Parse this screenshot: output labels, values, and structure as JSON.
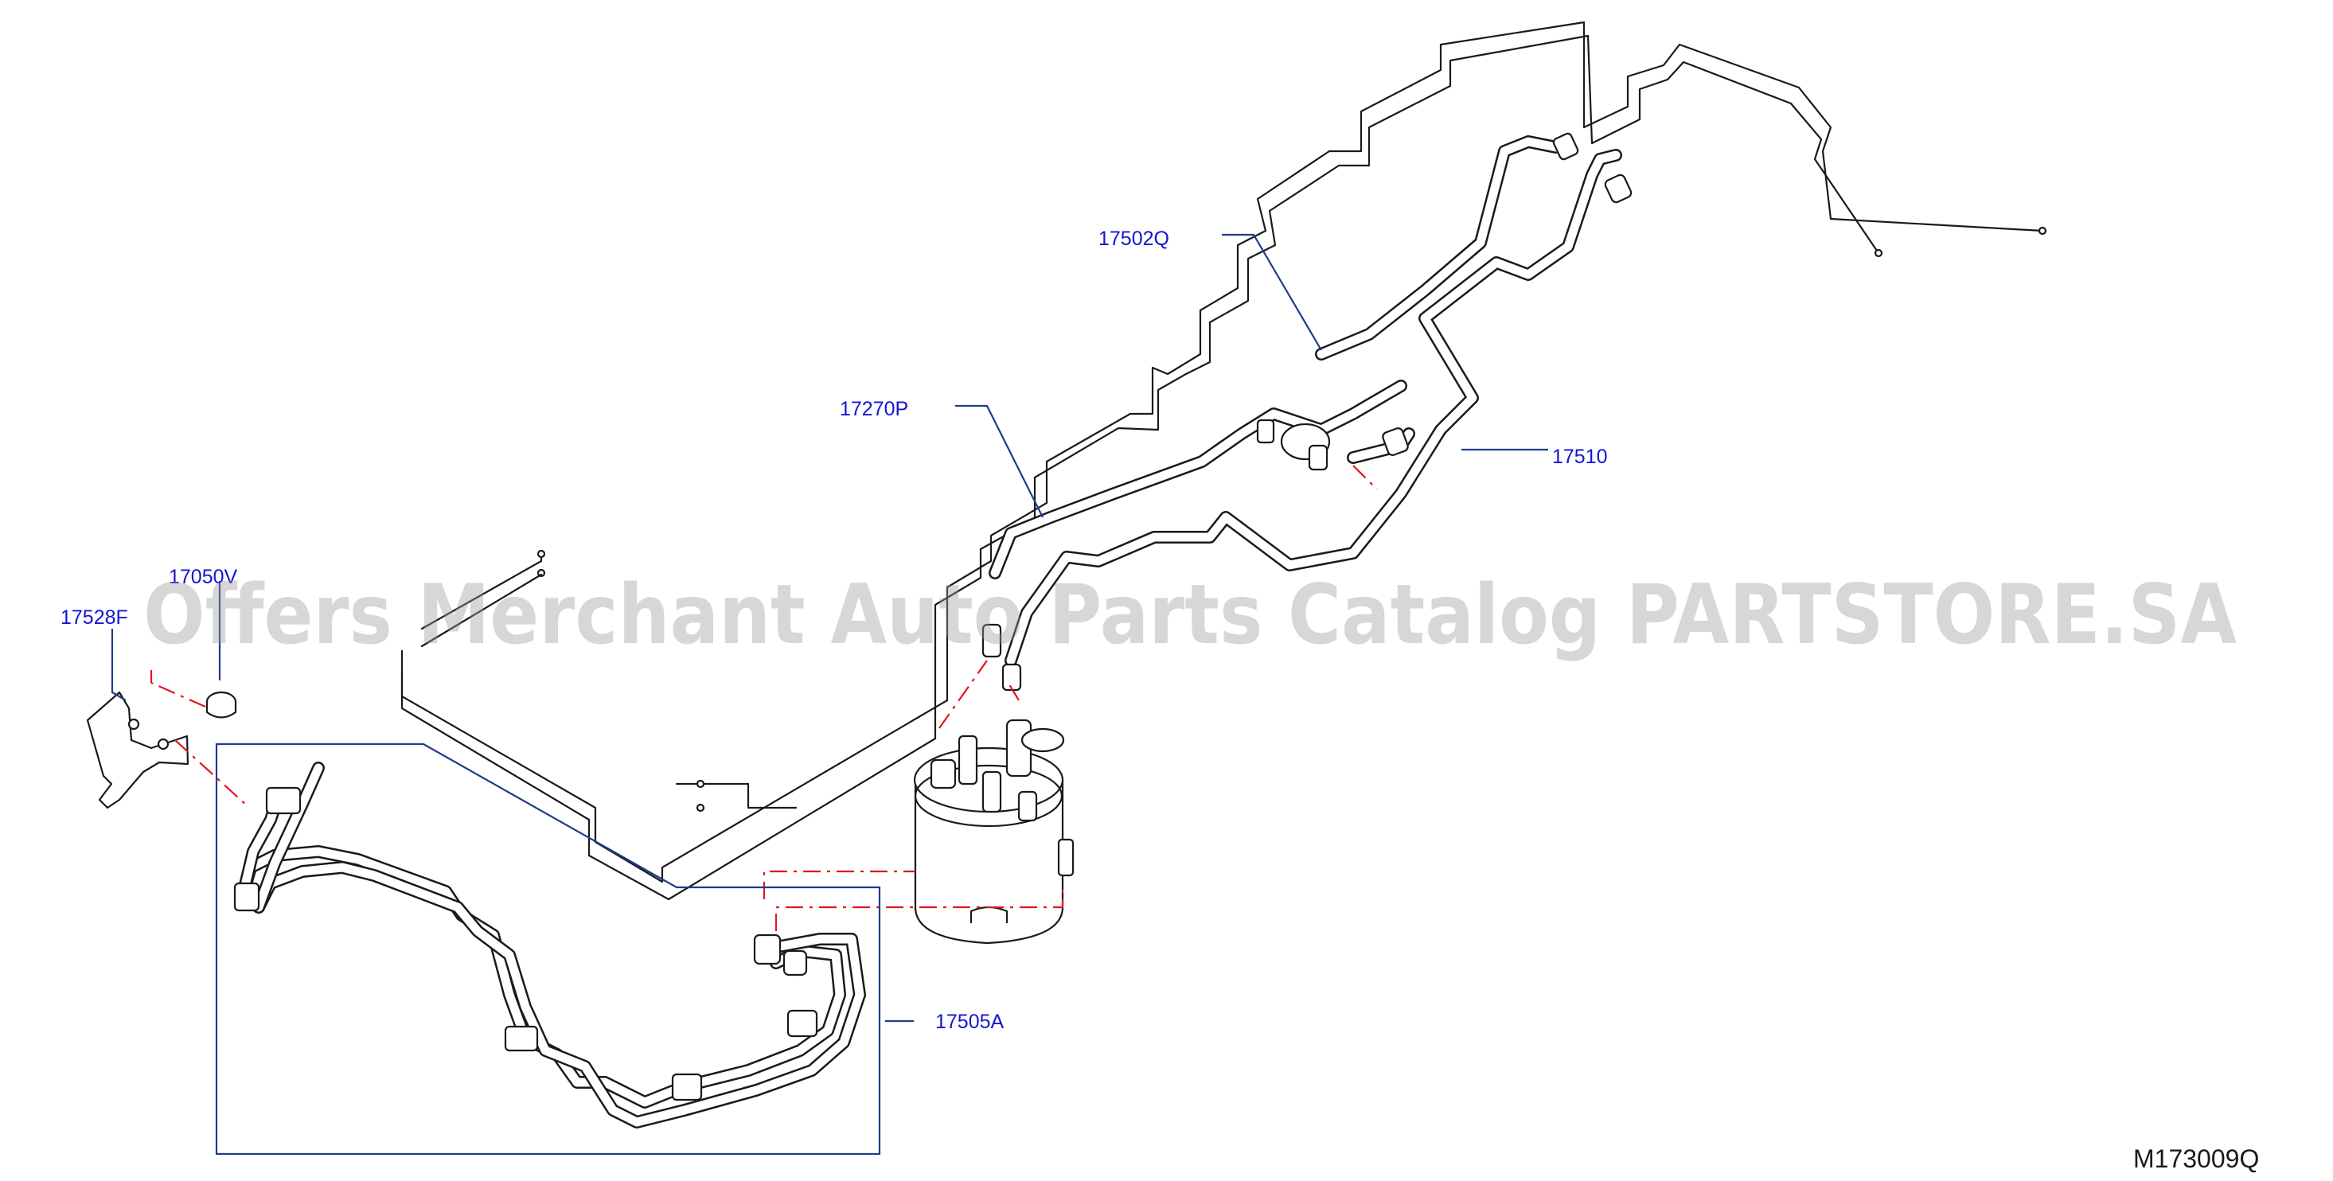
{
  "diagram": {
    "callouts": [
      {
        "id": "c-17502Q",
        "text": "17502Q"
      },
      {
        "id": "c-17270P",
        "text": "17270P"
      },
      {
        "id": "c-17510",
        "text": "17510"
      },
      {
        "id": "c-17528F",
        "text": "17528F"
      },
      {
        "id": "c-17050V",
        "text": "17050V"
      },
      {
        "id": "c-17505A",
        "text": "17505A"
      }
    ],
    "drawing_code": "M173009Q",
    "watermark": "Offers Merchant Auto Parts Catalog PARTSTORE.SA",
    "colors": {
      "callout_text": "#1414d2",
      "leader": "#1f3c8a",
      "assembly_line": "#e0181c",
      "line_art": "#1a1a1a"
    }
  }
}
